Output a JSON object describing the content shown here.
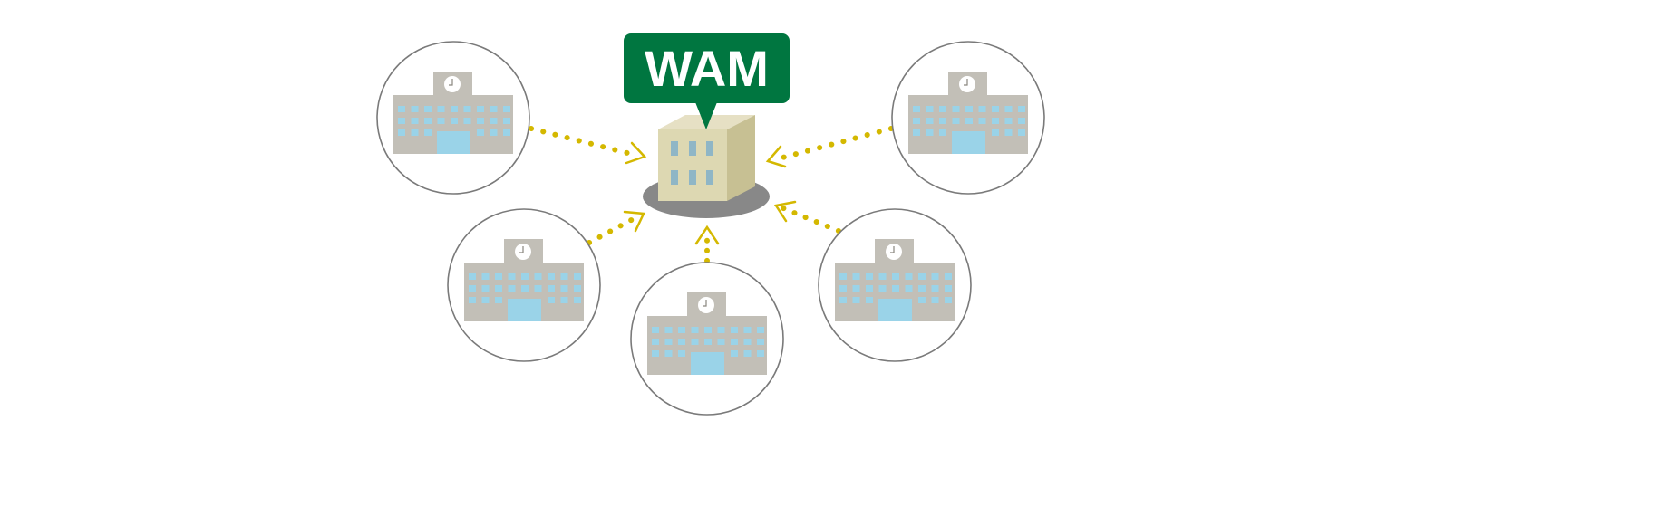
{
  "hub": {
    "label": "WAM"
  },
  "colors": {
    "badge": "#007640",
    "arrow": "#d4b800",
    "school_wall": "#c2bfb7",
    "school_window": "#9ad3e8",
    "hub_front": "#ddd8b2",
    "hub_side": "#c7c093",
    "hub_top": "#e6e0c4",
    "hub_window": "#8fb6c6",
    "shadow": "#888888",
    "circle_stroke": "#7a7a7a"
  },
  "nodes": [
    {
      "name": "school-top-left"
    },
    {
      "name": "school-middle-left"
    },
    {
      "name": "school-bottom-center"
    },
    {
      "name": "school-middle-right"
    },
    {
      "name": "school-top-right"
    }
  ]
}
